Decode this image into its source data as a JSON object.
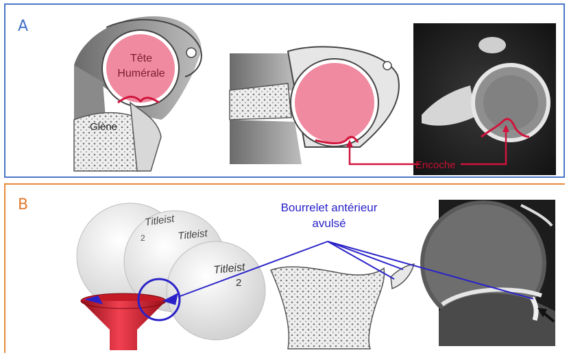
{
  "panel_a": {
    "letter": "A",
    "head_label_line1": "Tête",
    "head_label_line2": "Humérale",
    "glenoid_label": "Glène",
    "notch_label": "Encoche"
  },
  "panel_b": {
    "letter": "B",
    "labrum_label_line1": "Bourrelet antérieur",
    "labrum_label_line2": "avulsé",
    "ball_brand": "Titleist",
    "ball_number": "2"
  },
  "colors": {
    "panel_a_border": "#4a76c8",
    "panel_b_border": "#e88a3c",
    "humeral_head": "#f08aa0",
    "notch_line": "#d0143c",
    "arrow_blue": "#2a22c8",
    "tee_red": "#e01e2c"
  }
}
